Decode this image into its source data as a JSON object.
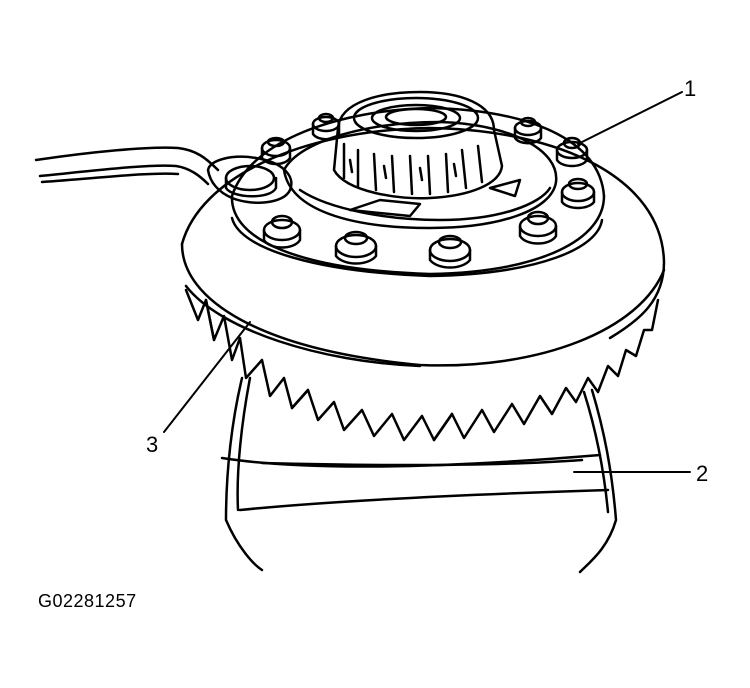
{
  "figure": {
    "id": "G02281257"
  },
  "callouts": {
    "c1": "1",
    "c2": "2",
    "c3": "3"
  },
  "parts": {
    "tool": "wrench-icon",
    "component": "ring-gear-icon",
    "support": "vise-icon"
  },
  "colors": {
    "ink": "#000000",
    "paper": "#ffffff"
  }
}
